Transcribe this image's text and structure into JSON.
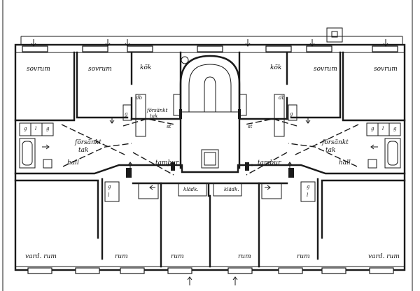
{
  "labels": {
    "sovrum": "sovrum",
    "kok": "kök",
    "forsankt_tak": "försänkt",
    "tak": "tak",
    "hall": "hall",
    "tambur": "tambur",
    "kladk": "klädk.",
    "vardrum": "vard. rum",
    "rum": "rum",
    "g": "g",
    "l": "l",
    "db": "db",
    "st": "st"
  },
  "icons": {
    "arrow": "arrow-icon",
    "chimney": "chimney-icon",
    "stair": "spiral-stair-icon"
  }
}
